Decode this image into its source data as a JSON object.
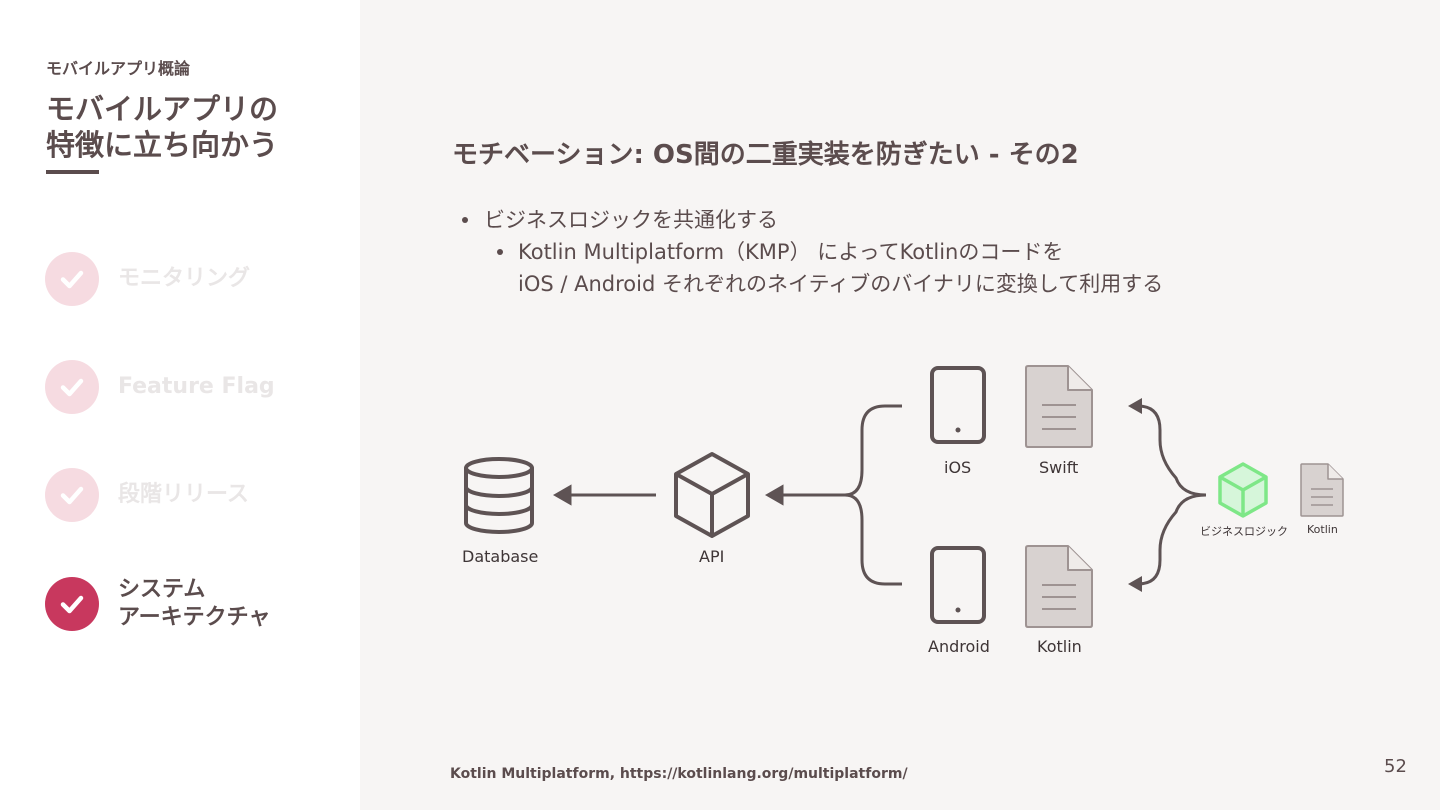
{
  "sidebar": {
    "course": "モバイルアプリ概論",
    "title_line1": "モバイルアプリの",
    "title_line2": "特徴に立ち向かう",
    "nav": [
      {
        "label": "モニタリング",
        "state": "done"
      },
      {
        "label": "Feature Flag",
        "state": "done"
      },
      {
        "label": "段階リリース",
        "state": "done"
      },
      {
        "label_line1": "システム",
        "label_line2": "アーキテクチャ",
        "state": "active"
      }
    ]
  },
  "main": {
    "heading": "モチベーション: OS間の二重実装を防ぎたい - その2",
    "bullets": [
      "ビジネスロジックを共通化する",
      "Kotlin Multiplatform（KMP） によってKotlinのコードを",
      "iOS / Android それぞれのネイティブのバイナリに変換して利用する"
    ]
  },
  "diagram": {
    "database": "Database",
    "api": "API",
    "ios": "iOS",
    "swift": "Swift",
    "android": "Android",
    "kotlin_file": "Kotlin",
    "business_logic": "ビジネスロジック",
    "kotlin_small": "Kotlin"
  },
  "footer": "Kotlin Multiplatform, https://kotlinlang.org/multiplatform/",
  "page_number": "52",
  "colors": {
    "accent": "#c8385e",
    "done_check": "#f6dbe1",
    "text": "#5b4c4d",
    "green": "#7ee787"
  }
}
